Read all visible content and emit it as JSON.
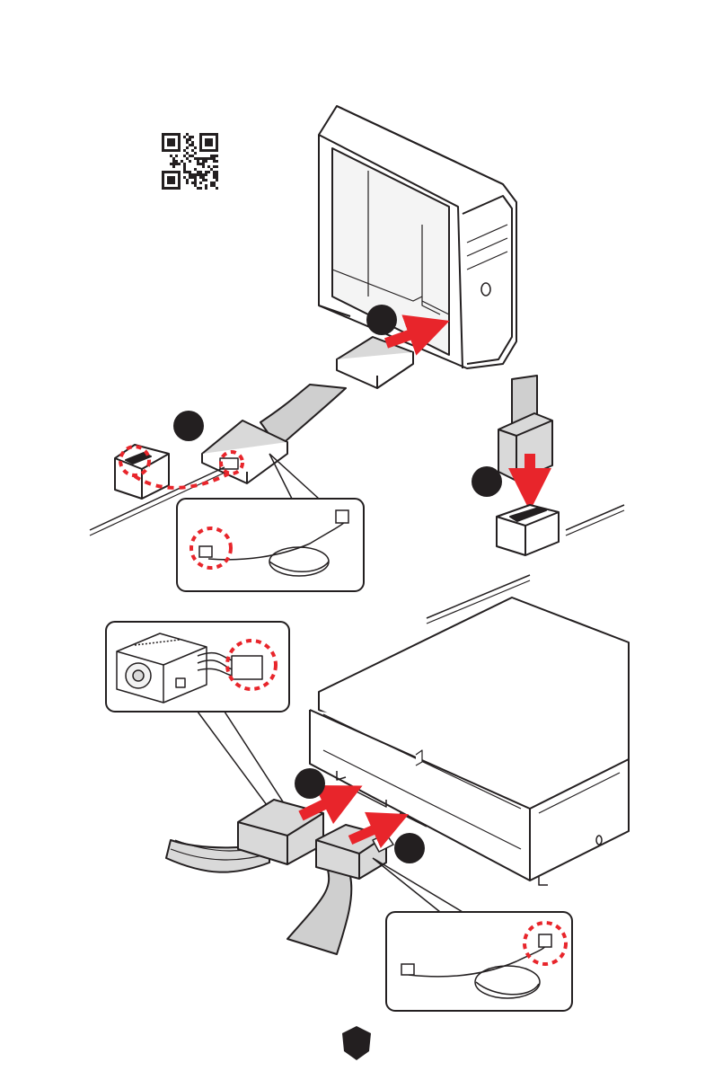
{
  "steps": [
    {
      "id": "step-1",
      "label": ""
    },
    {
      "id": "step-2",
      "label": ""
    },
    {
      "id": "step-3",
      "label": ""
    },
    {
      "id": "step-4",
      "label": ""
    },
    {
      "id": "step-5",
      "label": ""
    }
  ],
  "colors": {
    "stroke": "#231f20",
    "fill_light": "#ffffff",
    "fill_gray": "#d9d9d9",
    "fill_cable": "#cfcfcf",
    "arrow_red": "#e8252b",
    "dash_red": "#e8252b",
    "badge": "#231f20"
  },
  "icons": {
    "qr": "qr-code-icon",
    "case": "pc-case-icon",
    "drive_small": "ssd-drive-icon",
    "psu": "power-supply-icon",
    "hdd": "hard-drive-icon",
    "shield": "brand-shield-icon"
  }
}
